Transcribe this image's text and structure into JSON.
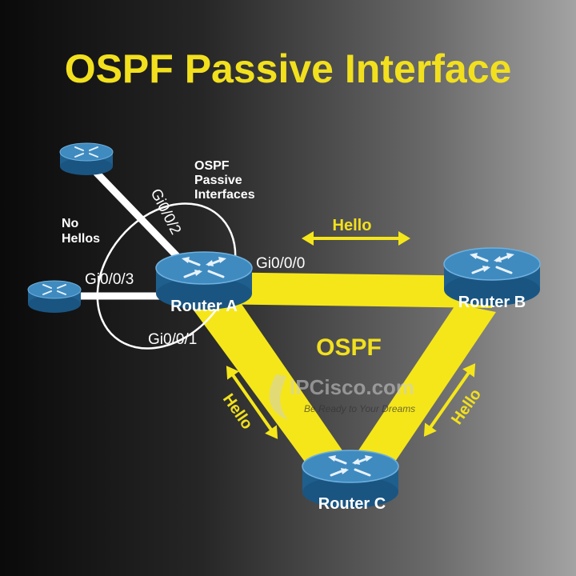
{
  "title": "OSPF Passive Interface",
  "center_label": "OSPF",
  "passive_label_lines": [
    "OSPF",
    "Passive",
    "Interfaces"
  ],
  "no_hellos_lines": [
    "No",
    "Hellos"
  ],
  "hello_label": "Hello",
  "routers": {
    "a": "Router A",
    "b": "Router B",
    "c": "Router C"
  },
  "interfaces": {
    "gi0_0_0": "Gi0/0/0",
    "gi0_0_1": "Gi0/0/1",
    "gi0_0_2": "Gi0/0/2",
    "gi0_0_3": "Gi0/0/3"
  },
  "watermark": {
    "brand": "IPCisco.com",
    "tagline": "Be Ready to Your Dreams"
  },
  "colors": {
    "title": "#f2e01e",
    "ospf_link": "#f5e61a",
    "router_top": "#3f8bc0",
    "router_body": "#1f5f8e",
    "passive_link": "#ffffff"
  },
  "icons": [
    "router-icon",
    "arrow-icon"
  ]
}
